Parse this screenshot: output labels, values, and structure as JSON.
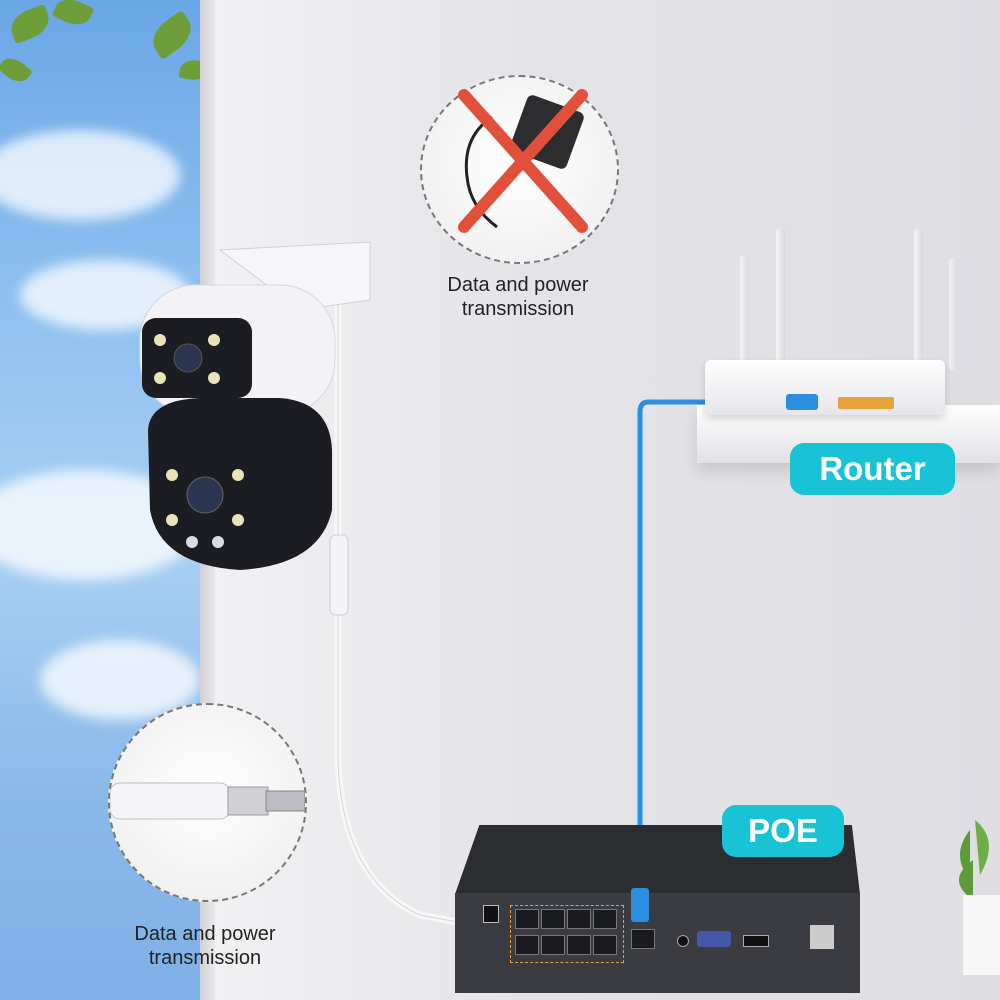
{
  "captions": {
    "top": {
      "line1": "Data and power",
      "line2": "transmission"
    },
    "bottom": {
      "line1": "Data and power",
      "line2": "transmission"
    }
  },
  "labels": {
    "router": "Router",
    "poe": "POE"
  },
  "colors": {
    "badge": "#19c3d6",
    "cable_blue": "#2a8fe0",
    "cross_red": "#e0503a"
  },
  "icons": {
    "adapter": "power-adapter-crossed-icon",
    "connector": "ethernet-connector-icon"
  }
}
